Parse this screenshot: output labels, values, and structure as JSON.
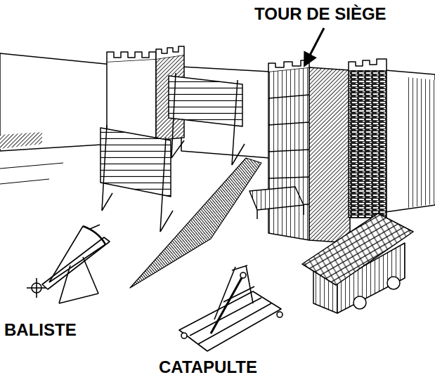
{
  "diagram": {
    "labels": [
      "TOUR DE SIÈGE",
      "BALISTE",
      "CATAPULTE"
    ]
  }
}
